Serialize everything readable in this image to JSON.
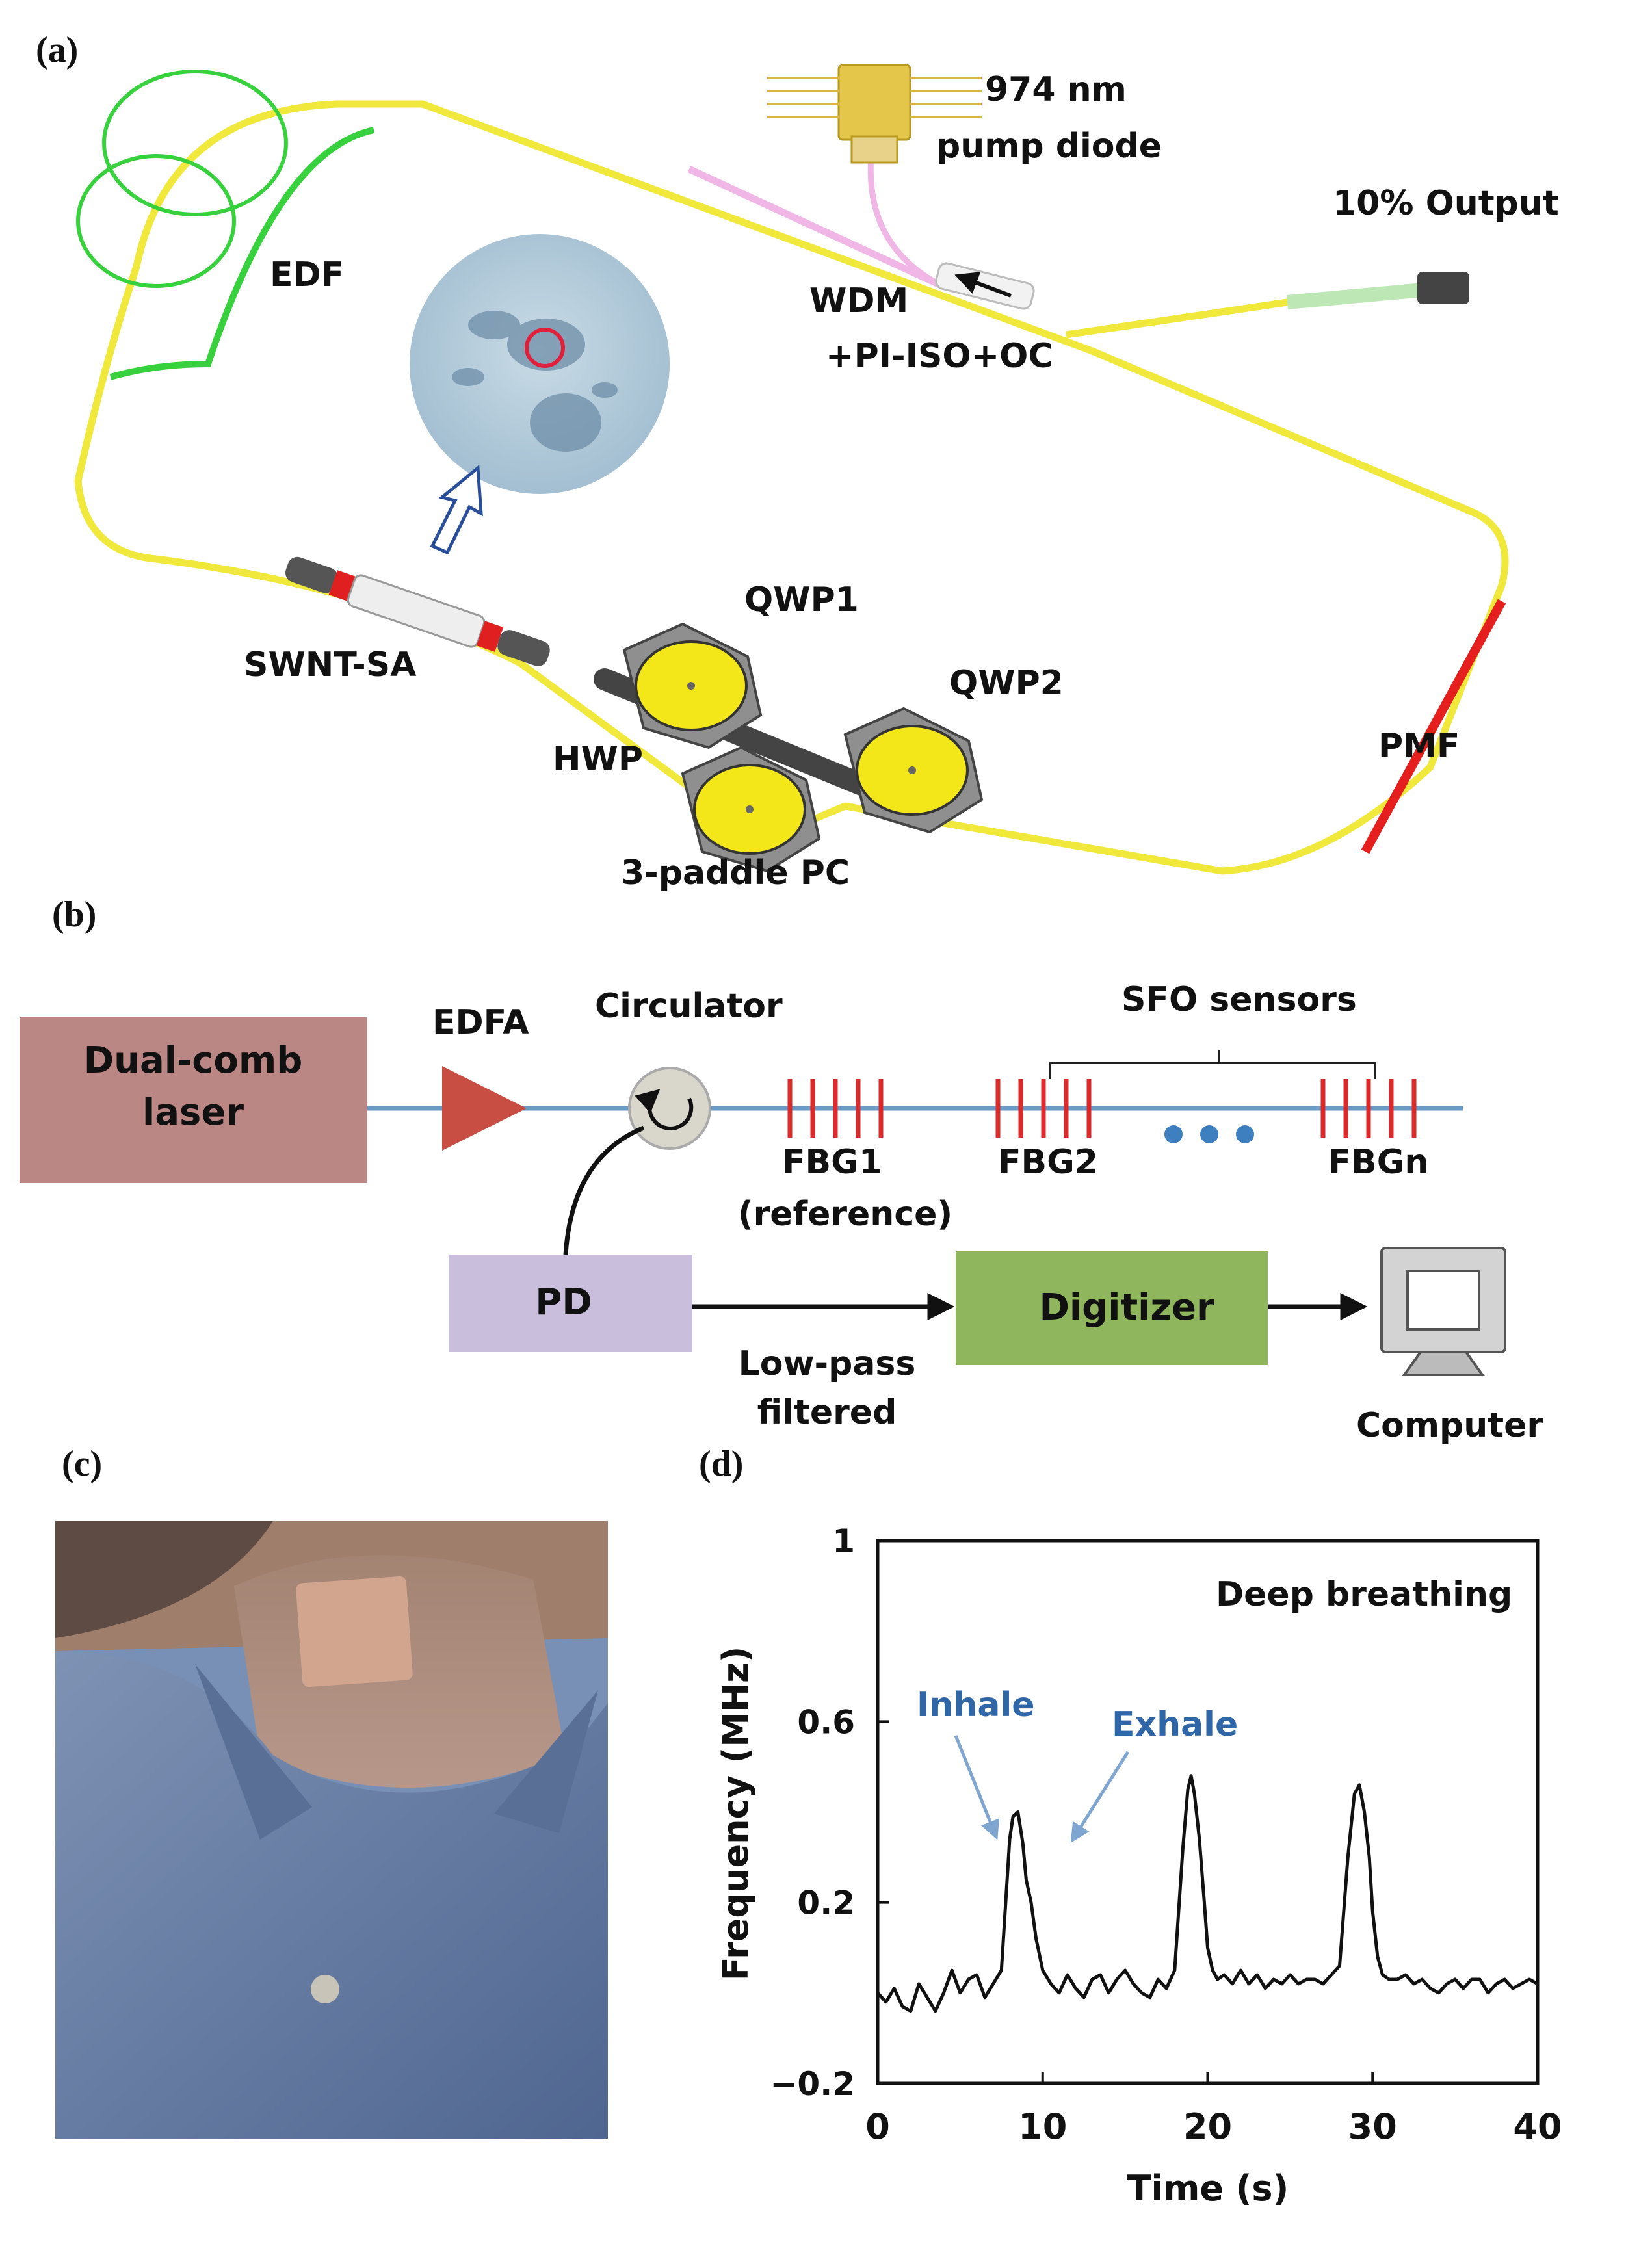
{
  "panels": {
    "a": "(a)",
    "b": "(b)",
    "c": "(c)",
    "d": "(d)"
  },
  "panel_a": {
    "pump_line1": "974 nm",
    "pump_line2": "pump diode",
    "output": "10% Output",
    "edf": "EDF",
    "wdm_line1": "WDM",
    "wdm_line2": "+PI-ISO+OC",
    "qwp1": "QWP1",
    "qwp2": "QWP2",
    "swnt": "SWNT-SA",
    "hwp": "HWP",
    "pmf": "PMF",
    "pc": "3-paddle PC",
    "colors": {
      "fiber": "#f0e83a",
      "edf": "#37d13d",
      "pmf": "#e51e1e",
      "pump_fiber": "#f0b6e6",
      "paddle": "#f3e619"
    }
  },
  "panel_b": {
    "laser_line1": "Dual-comb",
    "laser_line2": "laser",
    "edfa": "EDFA",
    "circulator": "Circulator",
    "sfo": "SFO sensors",
    "fbg1_line1": "FBG1",
    "fbg1_line2": "(reference)",
    "fbg2": "FBG2",
    "fbgn": "FBGn",
    "pd": "PD",
    "digitizer": "Digitizer",
    "lowpass_line1": "Low-pass",
    "lowpass_line2": "filtered",
    "computer": "Computer",
    "colors": {
      "laser": "#bb8784",
      "pd": "#c9bfdd",
      "digitizer": "#8fb65c",
      "fiber": "#6b9ac4",
      "grating": "#dc2a2a"
    }
  },
  "chart_data": {
    "type": "line",
    "title": "",
    "annotation": "Deep breathing",
    "xlabel": "Time (s)",
    "ylabel": "Frequency (MHz)",
    "xlim": [
      0,
      40
    ],
    "ylim": [
      -0.2,
      1
    ],
    "xticks": [
      0,
      10,
      20,
      30,
      40
    ],
    "yticks": [
      "1",
      "0.6",
      "0.2",
      "−0.2"
    ],
    "ytick_values": [
      1,
      0.6,
      0.2,
      -0.2
    ],
    "labels": {
      "inhale": "Inhale",
      "exhale": "Exhale"
    },
    "series": [
      {
        "x": [
          0,
          0.5,
          1,
          1.5,
          2,
          2.5,
          3,
          3.5,
          4,
          4.5,
          5,
          5.5,
          6,
          6.5,
          7,
          7.5,
          8,
          8.2,
          8.5,
          8.8,
          9,
          9.3,
          9.6,
          10,
          10.5,
          11,
          11.5,
          12,
          12.5,
          13,
          13.5,
          14,
          14.5,
          15,
          15.5,
          16,
          16.5,
          17,
          17.5,
          18,
          18.5,
          18.8,
          19,
          19.2,
          19.5,
          19.8,
          20,
          20.3,
          20.6,
          21,
          21.5,
          22,
          22.5,
          23,
          23.5,
          24,
          24.5,
          25,
          25.5,
          26,
          26.5,
          27,
          27.5,
          28,
          28.5,
          28.9,
          29.2,
          29.5,
          29.8,
          30,
          30.3,
          30.6,
          31,
          31.5,
          32,
          32.5,
          33,
          33.5,
          34,
          34.5,
          35,
          35.5,
          36,
          36.5,
          37,
          37.5,
          38,
          38.5,
          39,
          39.5,
          40
        ],
        "y": [
          0,
          -0.02,
          0.01,
          -0.03,
          -0.04,
          0.02,
          -0.01,
          -0.04,
          0.0,
          0.05,
          0.0,
          0.03,
          0.04,
          -0.01,
          0.02,
          0.05,
          0.34,
          0.39,
          0.4,
          0.33,
          0.25,
          0.2,
          0.12,
          0.05,
          0.02,
          0.0,
          0.04,
          0.01,
          -0.01,
          0.03,
          0.04,
          0.0,
          0.03,
          0.05,
          0.02,
          0.0,
          -0.01,
          0.03,
          0.01,
          0.05,
          0.32,
          0.45,
          0.48,
          0.44,
          0.34,
          0.2,
          0.1,
          0.05,
          0.03,
          0.04,
          0.02,
          0.05,
          0.02,
          0.04,
          0.01,
          0.03,
          0.02,
          0.04,
          0.02,
          0.03,
          0.03,
          0.02,
          0.04,
          0.06,
          0.3,
          0.44,
          0.46,
          0.4,
          0.3,
          0.18,
          0.08,
          0.04,
          0.03,
          0.03,
          0.04,
          0.02,
          0.03,
          0.01,
          0.0,
          0.02,
          0.03,
          0.01,
          0.03,
          0.03,
          0.0,
          0.02,
          0.03,
          0.01,
          0.02,
          0.03,
          0.02
        ]
      }
    ]
  }
}
